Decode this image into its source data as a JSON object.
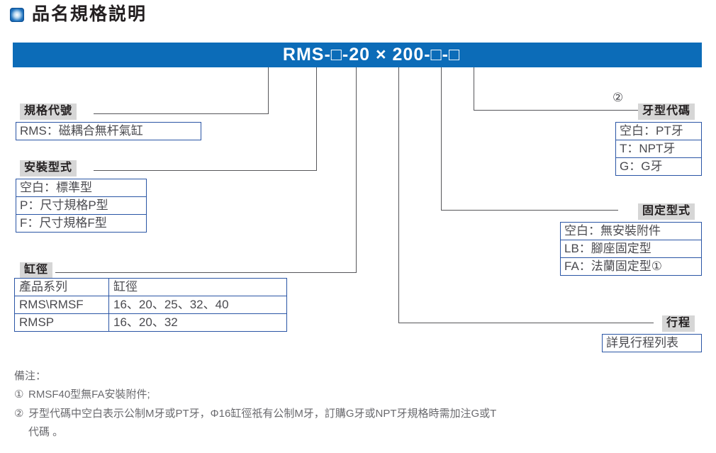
{
  "title": {
    "text": "品名規格説明",
    "bullet_icon": "blue-square-bullet-icon",
    "accent_color": "#0c6cb8"
  },
  "code_bar": {
    "code": "RMS-□-20 × 200-□-□",
    "background_color": "#0c6cb8",
    "text_color": "#ffffff"
  },
  "sections": {
    "spec_code": {
      "header": "規格代號",
      "options": [
        "RMS：磁耦合無杆氣缸"
      ]
    },
    "mounting_type": {
      "header": "安裝型式",
      "options": [
        "空白：標準型",
        "P：尺寸規格P型",
        "F：尺寸規格F型"
      ]
    },
    "bore": {
      "header": "缸徑",
      "columns": [
        "產品系列",
        "缸徑"
      ],
      "rows": [
        [
          "RMS\\RMSF",
          "16、20、25、32、40"
        ],
        [
          "RMSP",
          "16、20、32"
        ]
      ]
    },
    "thread_code": {
      "header": "牙型代碼",
      "mark": "②",
      "options": [
        "空白：PT牙",
        "T：NPT牙",
        "G：G牙"
      ]
    },
    "fixing_type": {
      "header": "固定型式",
      "options": [
        "空白：無安裝附件",
        "LB：腳座固定型",
        "FA：法蘭固定型①"
      ]
    },
    "stroke": {
      "header": "行程",
      "options": [
        "詳見行程列表"
      ]
    }
  },
  "notes": {
    "label": "備注：",
    "items": [
      {
        "mark": "①",
        "text": "RMSF40型無FA安裝附件;"
      },
      {
        "mark": "②",
        "text": "牙型代碼中空白表示公制M牙或PT牙，Φ16缸徑祇有公制M牙，訂購G牙或NPT牙規格時需加注G或T",
        "cont": "代碼 。"
      }
    ]
  }
}
